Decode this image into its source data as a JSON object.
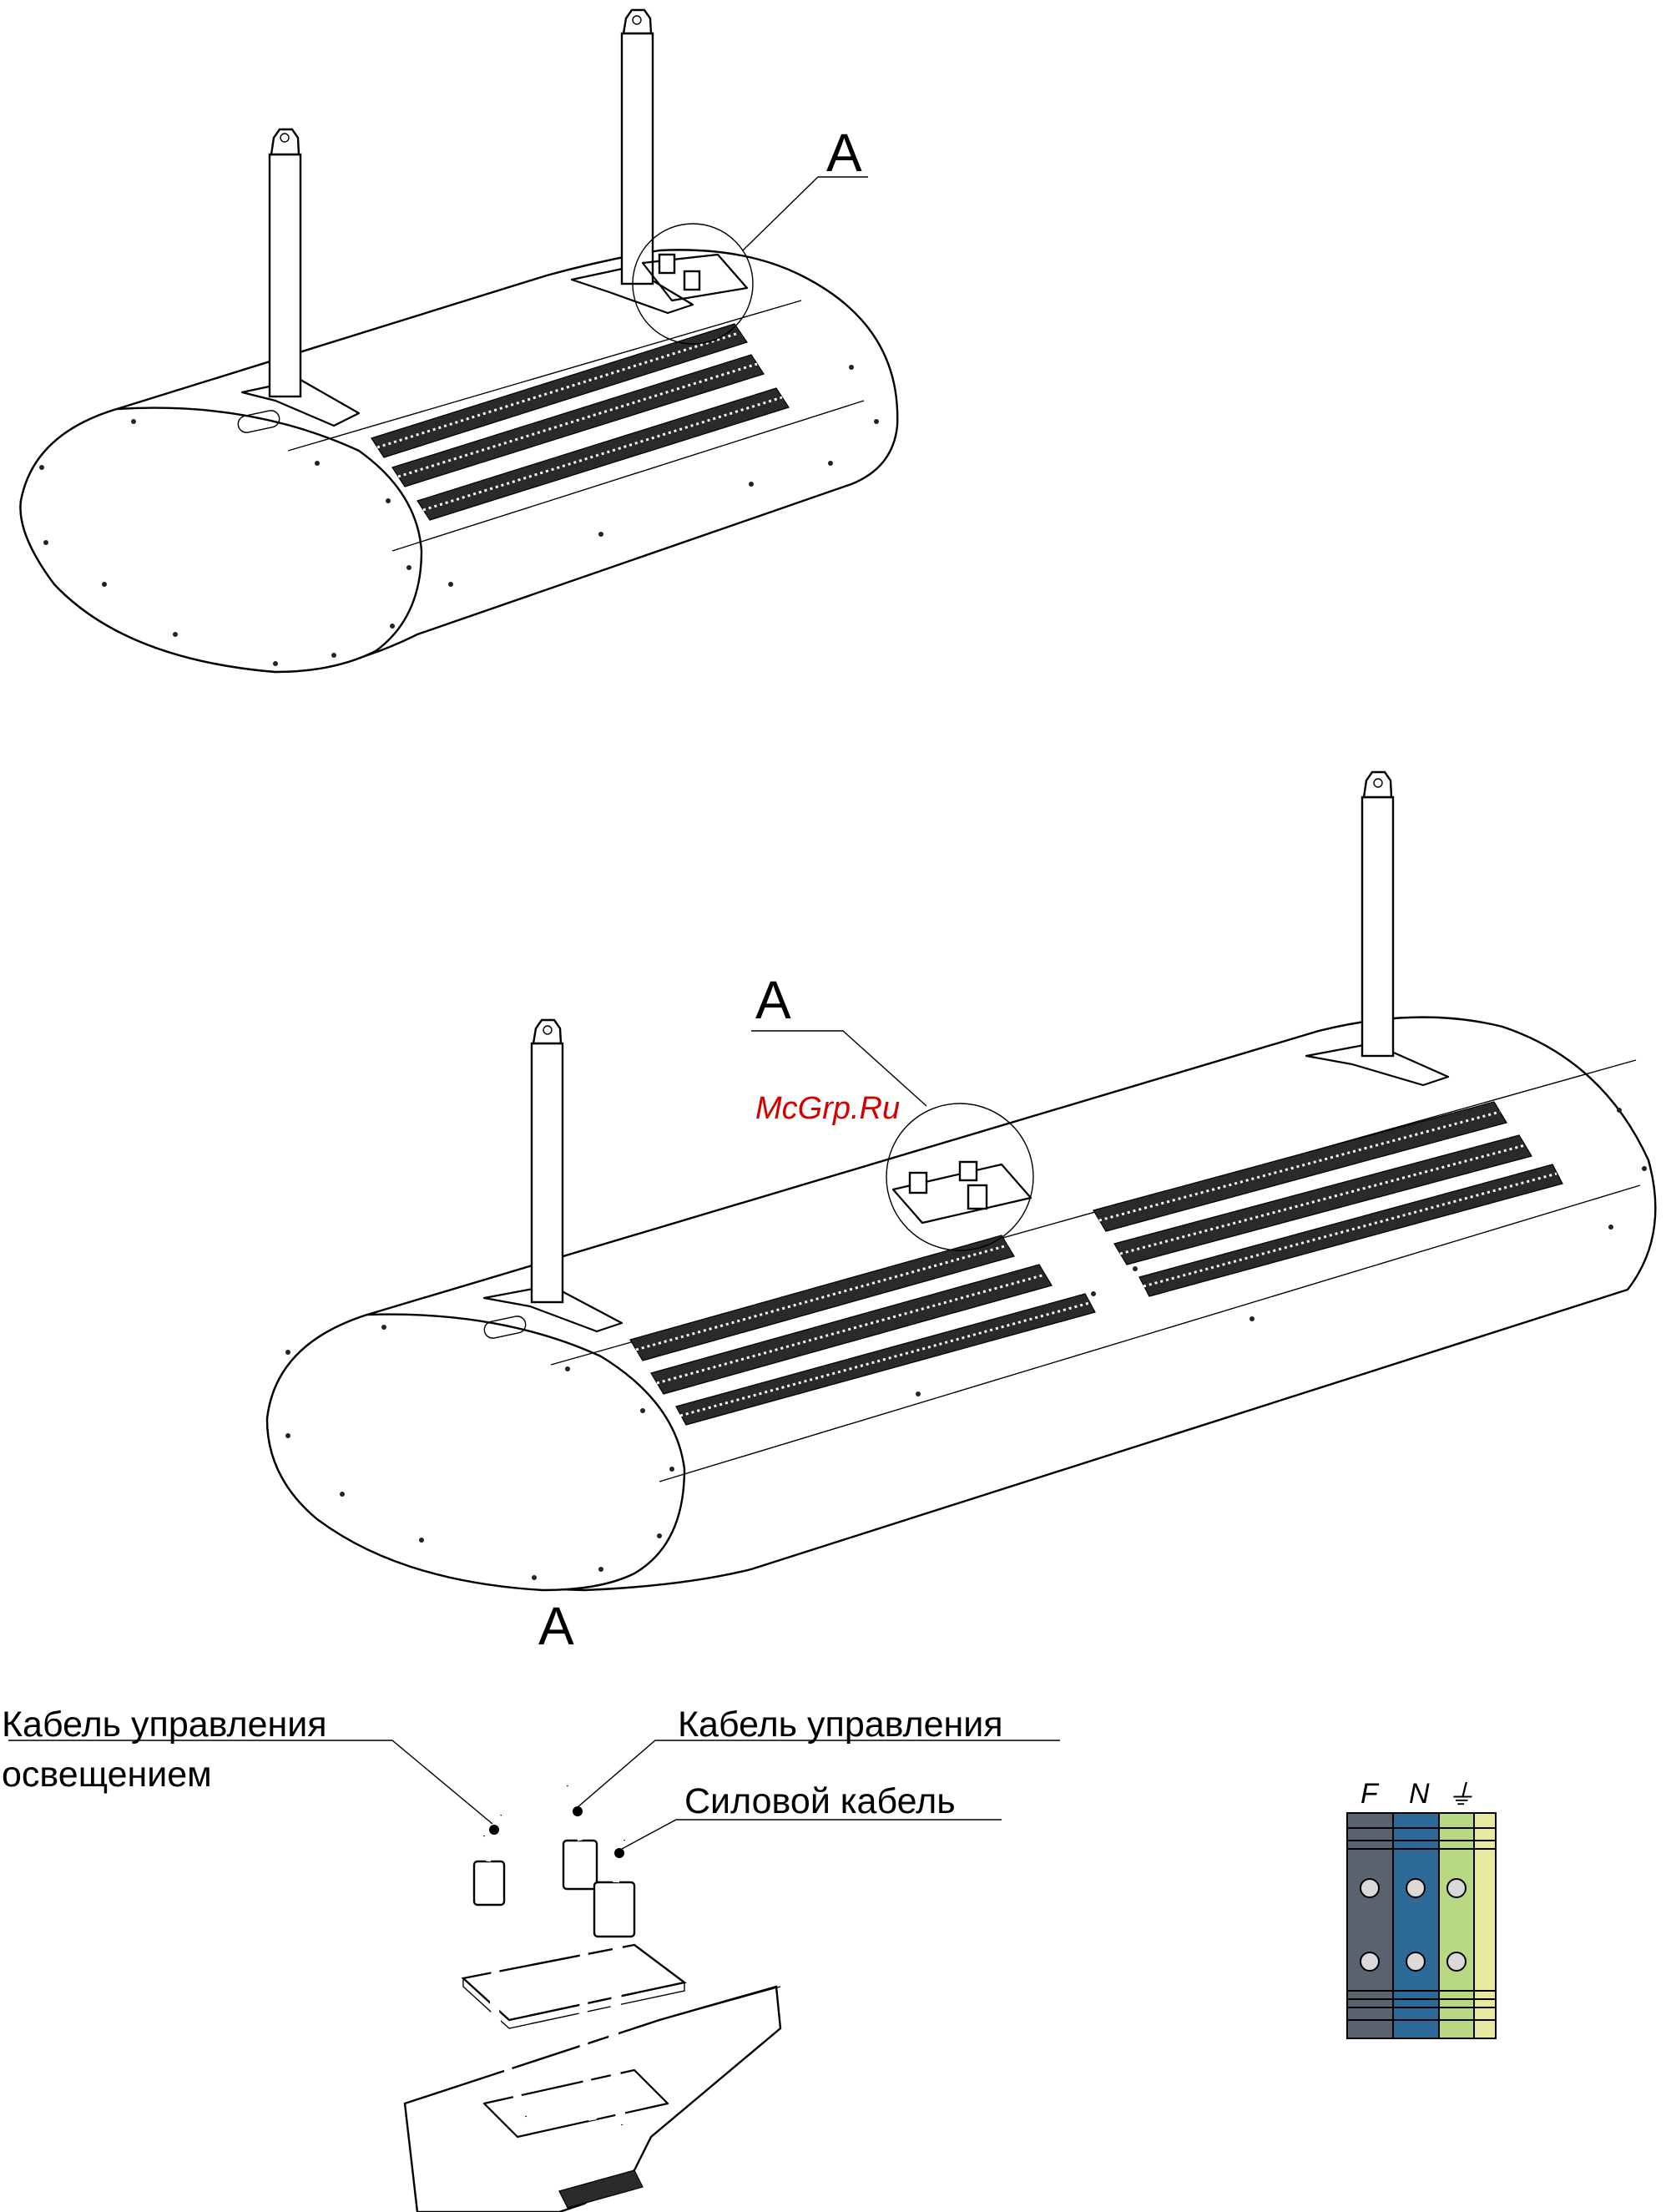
{
  "callouts": {
    "detail_top": "A",
    "detail_bottom": "A",
    "detail_heading": "A"
  },
  "watermark": "McGrp.Ru",
  "cable_labels": {
    "lighting_control_line1": "Кабель управления",
    "lighting_control_line2": "освещением",
    "control": "Кабель управления",
    "power": "Силовой кабель"
  },
  "terminal_block": {
    "terminals": [
      "F",
      "N",
      "⏚"
    ],
    "colors": {
      "phase": "#5a6470",
      "neutral": "#2e6a98",
      "earth": "#b8d884",
      "earth_stripe": "#e8e8a0"
    }
  }
}
